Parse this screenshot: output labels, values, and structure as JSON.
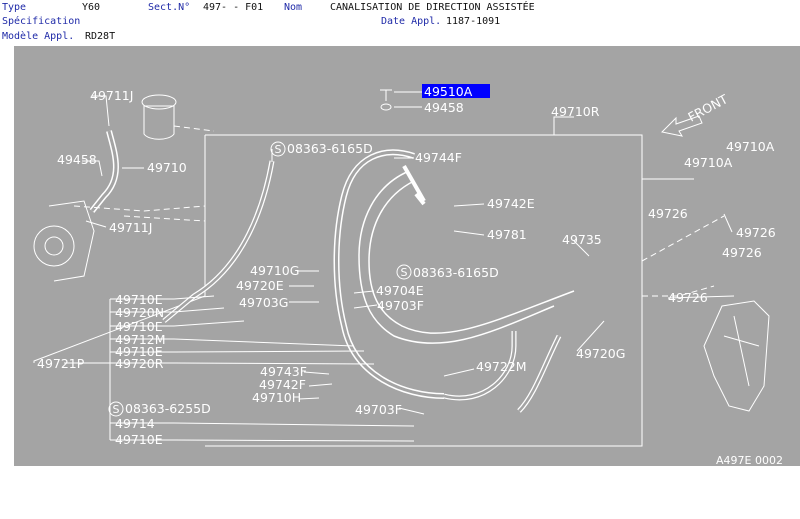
{
  "header": {
    "type_label": "Type",
    "type_value": "Y60",
    "sect_label": "Sect.N°",
    "sect_value": "497-   - F01",
    "nom_label": "Nom",
    "nom_value": "CANALISATION DE DIRECTION ASSISTÉE",
    "spec_label": "Spécification",
    "date_label": "Date Appl.",
    "date_value": "1187-1091",
    "model_label": "Modèle Appl.",
    "model_value": "RD28T"
  },
  "diagram": {
    "selected_part": "49510A",
    "front_label": "FRONT",
    "ref_code": "A497E 0002",
    "parts": {
      "p49458_top": "49458",
      "p49710R": "49710R",
      "p49711J_top": "49711J",
      "p49458_left": "49458",
      "p49710": "49710",
      "p49711J_bottom": "49711J",
      "s08363_6165D_a": "08363-6165D",
      "s08363_6165D_b": "08363-6165D",
      "s08363_6255D": "08363-6255D",
      "p49744F": "49744F",
      "p49742E": "49742E",
      "p49781": "49781",
      "p49710G": "49710G",
      "p49720E": "49720E",
      "p49703G": "49703G",
      "p49704E": "49704E",
      "p49703F_a": "49703F",
      "p49703F_b": "49703F",
      "p49735": "49735",
      "p49710A_1": "49710A",
      "p49710A_2": "49710A",
      "p49726_a": "49726",
      "p49726_b": "49726",
      "p49726_c": "49726",
      "p49726_d": "49726",
      "p49720G": "49720G",
      "p49722M": "49722M",
      "p49743F": "49743F",
      "p49742F": "49742F",
      "p49710H": "49710H",
      "p49710E_1": "49710E",
      "p49720N": "49720N",
      "p49710E_2": "49710E",
      "p49712M": "49712M",
      "p49710E_3": "49710E",
      "p49721P": "49721P",
      "p49720R": "49720R",
      "p49714": "49714",
      "p49710E_4": "49710E",
      "s_symbol": "S"
    }
  }
}
